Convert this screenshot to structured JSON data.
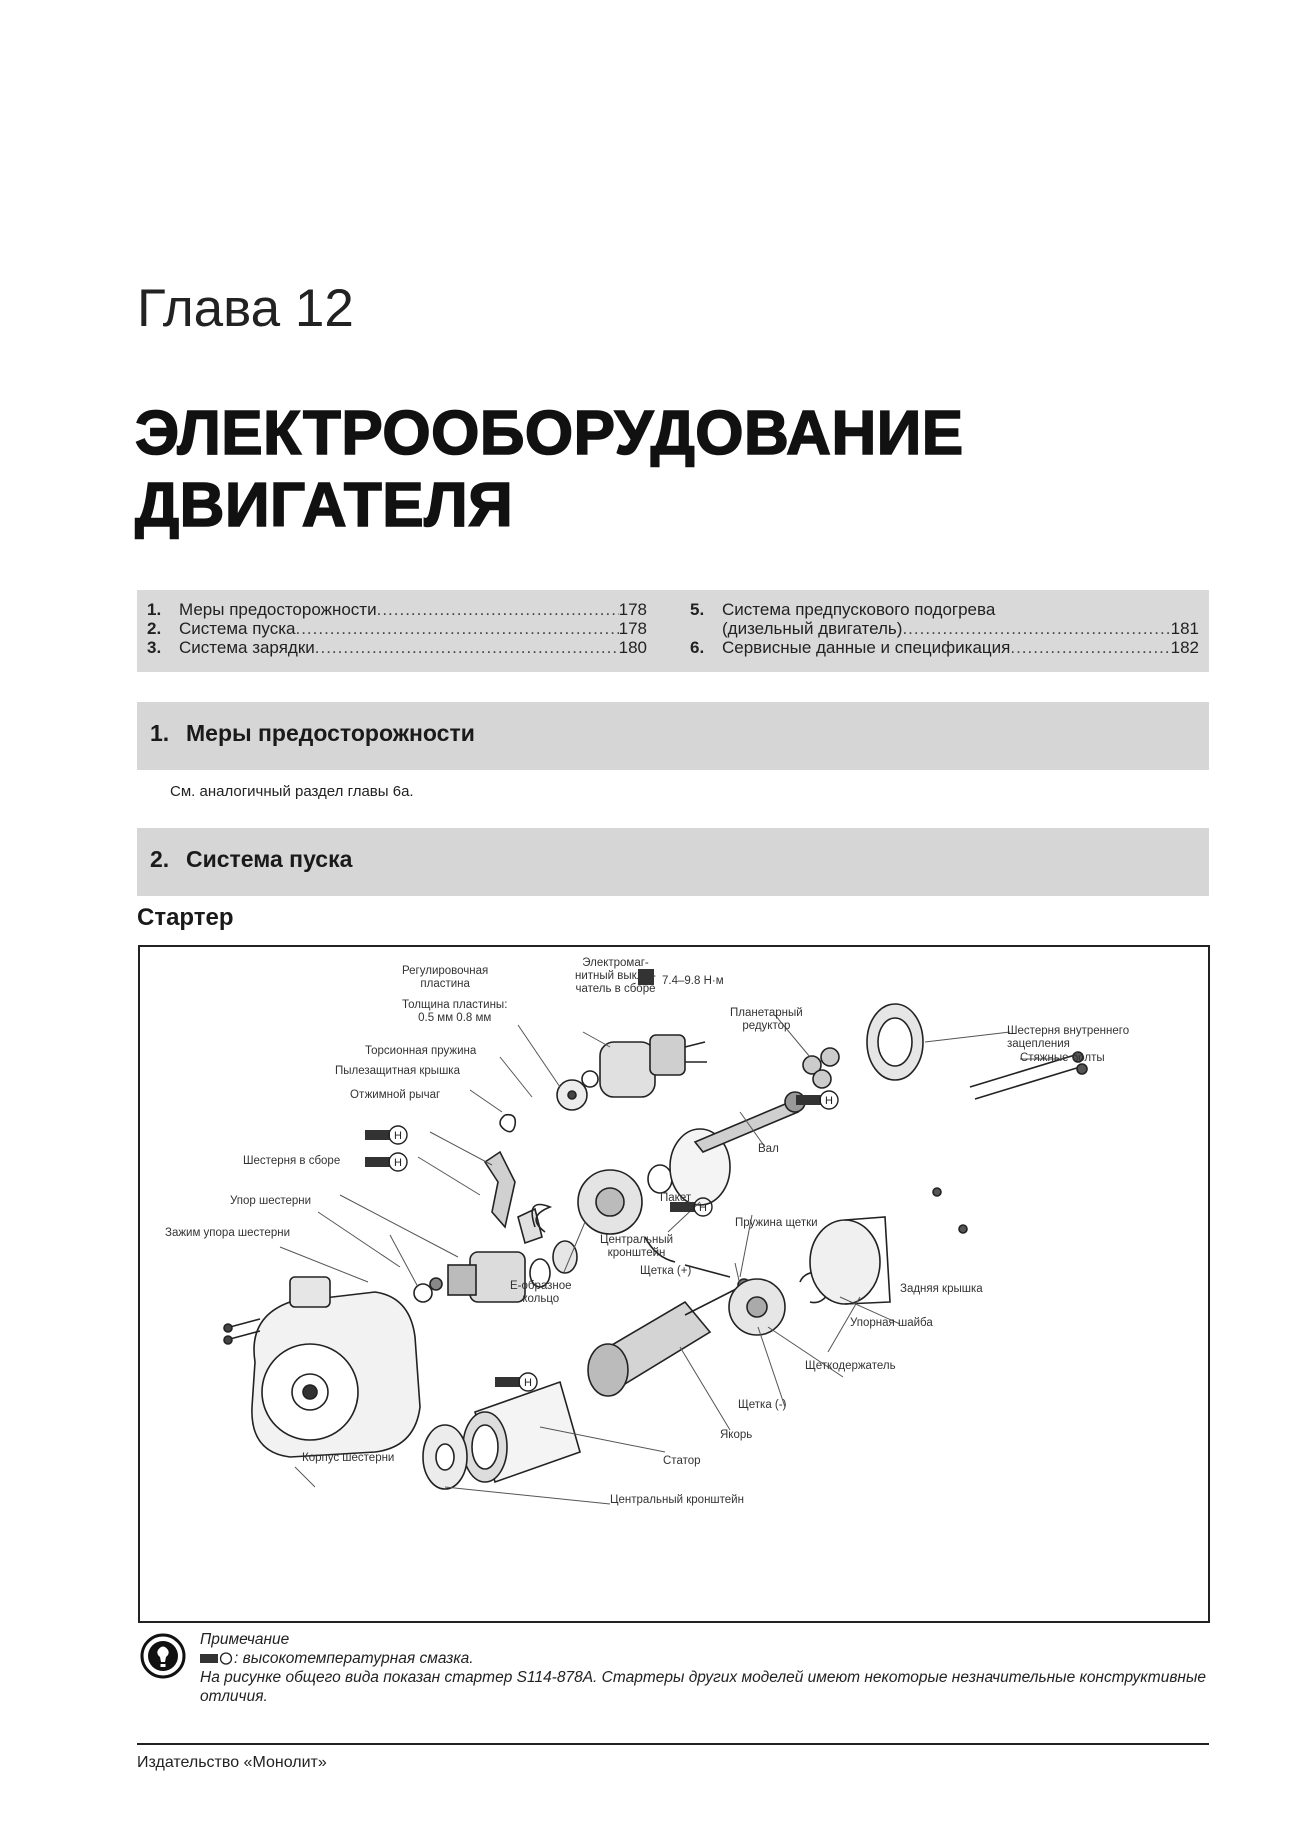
{
  "chapter_label": "Глава 12",
  "title": {
    "line1": "ЭЛЕКТРООБОРУДОВАНИЕ",
    "line2": "ДВИГАТЕЛЯ"
  },
  "toc": {
    "left": [
      {
        "num": "1.",
        "label": "Меры предосторожности",
        "page": "178"
      },
      {
        "num": "2.",
        "label": "Система пуска",
        "page": "178"
      },
      {
        "num": "3.",
        "label": "Система зарядки ",
        "page": " 180"
      }
    ],
    "right": [
      {
        "num": "5.",
        "label": "Система предпускового подогрева",
        "page": ""
      },
      {
        "num": "",
        "label": "(дизельный двигатель)",
        "page": "181"
      },
      {
        "num": "6.",
        "label": "Сервисные данные и спецификация",
        "page": "182"
      }
    ]
  },
  "sections": [
    {
      "num": "1.",
      "title": "Меры предосторожности"
    },
    {
      "num": "2.",
      "title": "Система пуска"
    }
  ],
  "section1_text": "См. аналогичный раздел главы 6а.",
  "subheading": "Стартер",
  "figure": {
    "labels": {
      "reg_plate": "Регулировочная\nпластина",
      "plate_thickness": "Толщина пластины:\n0.5 мм 0.8 мм",
      "torsion_spring": "Торсионная пружина",
      "dust_cover": "Пылезащитная крышка",
      "shift_lever": "Отжимной рычаг",
      "gear_assy": "Шестерня в сборе",
      "gear_stop": "Упор шестерни",
      "gear_stop_clip": "Зажим упора шестерни",
      "solenoid": "Электромаг-\nнитный выклю-\nчатель в сборе",
      "torque": "7.4–9.8 Н·м",
      "planetary": "Планетарный\nредуктор",
      "internal_gear": "Шестерня внутреннего\nзацепления",
      "through_bolts": "Стяжные болты",
      "shaft": "Вал",
      "packet": "Пакет",
      "center_bracket_1": "Центральный\nкронштейн",
      "e_ring": "Е-образное\nкольцо",
      "brush_spring": "Пружина щетки",
      "brush_plus": "Щетка (+)",
      "rear_cover": "Задняя крышка",
      "thrust_washer": "Упорная шайба",
      "brush_holder": "Щеткодержатель",
      "brush_minus": "Щетка (-)",
      "armature": "Якорь",
      "stator": "Статор",
      "center_bracket_2": "Центральный кронштейн",
      "gear_housing": "Корпус шестерни"
    }
  },
  "note": {
    "heading": "Примечание",
    "line1": ": высокотемпературная смазка.",
    "line2": "На рисунке общего вида показан стартер S114-878A. Стартеры других моделей имеют некоторые незначительные конструктивные отличия."
  },
  "footer": "Издательство «Монолит»",
  "colors": {
    "bar_gray": "#d6d6d6",
    "toc_gray": "#d9d9d9",
    "text": "#1a1a1a"
  }
}
